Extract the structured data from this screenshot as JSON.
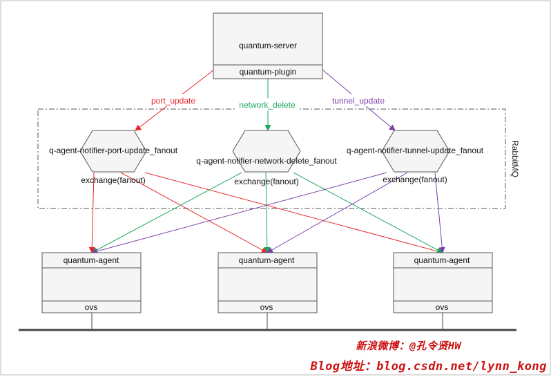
{
  "server": {
    "title": "quantum-server",
    "plugin": "quantum-plugin"
  },
  "messages": {
    "port_update": "port_update",
    "network_delete": "network_delete",
    "tunnel_update": "tunnel_update"
  },
  "broker": {
    "label": "RabbitMQ",
    "exchanges": [
      {
        "name": "q-agent-notifier-port-update_fanout",
        "type": "exchange(fanout)"
      },
      {
        "name": "q-agent-notifier-network-delete_fanout",
        "type": "exchange(fanout)"
      },
      {
        "name": "q-agent-notifier-tunnel-update_fanout",
        "type": "exchange(fanout)"
      }
    ]
  },
  "agents": [
    {
      "title": "quantum-agent",
      "bottom": "ovs"
    },
    {
      "title": "quantum-agent",
      "bottom": "ovs"
    },
    {
      "title": "quantum-agent",
      "bottom": "ovs"
    }
  ],
  "colors": {
    "port": "#e8262a",
    "network": "#1aa85c",
    "tunnel": "#7b3fa8",
    "box_fill": "#f5f5f5",
    "stroke": "#555555",
    "bus": "#444444",
    "footer": "#cc1111"
  },
  "footer": {
    "weibo": "新浪微博：@孔令贤HW",
    "blog": "Blog地址：blog.csdn.net/lynn_kong"
  }
}
